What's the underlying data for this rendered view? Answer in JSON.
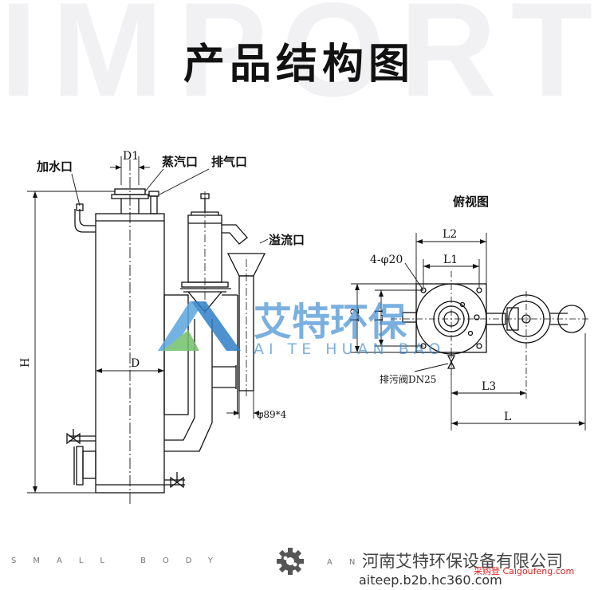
{
  "watermark": "IMPORT",
  "title": "产品结构图",
  "labels": {
    "water_inlet": "加水口",
    "D1": "D1",
    "steam_outlet": "蒸汽口",
    "exhaust_outlet": "排气口",
    "overflow_outlet": "溢流口",
    "H": "H",
    "D": "D",
    "pipe_spec": "φ89*4",
    "top_view": "俯视图",
    "L2_top": "L2",
    "L1_top": "L1",
    "holes": "4-φ20",
    "L2_side": "L2",
    "L1_side": "L1",
    "drain_valve": "排污阀DN25",
    "L3": "L3",
    "L": "L"
  },
  "logo": {
    "cn": "艾特环保",
    "en": "AI TE HUAN BAO",
    "color": "#3d8bd0"
  },
  "footer": {
    "left_text": "SMALL BODY",
    "right_text": "AN",
    "company": "河南艾特环保设备有限公司",
    "website": "aiteep.b2b.hc360.com",
    "stamp": "采购登 Caigoufeng.com"
  },
  "colors": {
    "line": "#111111",
    "watermark": "#f1f1f4",
    "stamp": "#e02020"
  }
}
